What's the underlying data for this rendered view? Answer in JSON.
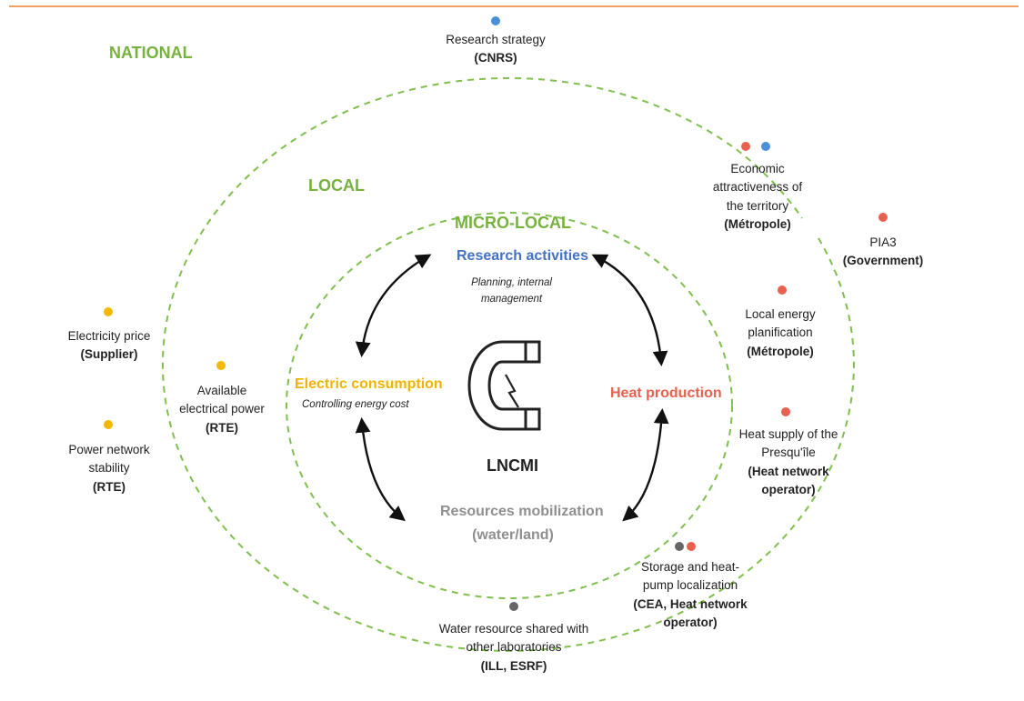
{
  "colors": {
    "zone_green": "#77b13e",
    "ring_dash": "#7fbf4d",
    "research_blue": "#4472c4",
    "electric_yellow": "#f0b400",
    "heat_red": "#e8614f",
    "resources_gray": "#8f8f8f",
    "dot_blue": "#4a90d9",
    "dot_red": "#e8614f",
    "dot_yellow": "#f5b800",
    "dot_gray": "#666666"
  },
  "zones": {
    "national": "NATIONAL",
    "local": "LOCAL",
    "micro_local": "MICRO-LOCAL"
  },
  "center": {
    "title": "LNCMI",
    "icon": "magnet-icon",
    "research": {
      "title": "Research activities",
      "sub1": "Planning, internal",
      "sub2": "management"
    },
    "electric": {
      "title": "Electric consumption",
      "sub": "Controlling energy cost"
    },
    "heat": {
      "title": "Heat production"
    },
    "resources": {
      "line1": "Resources mobilization",
      "line2": "(water/land)"
    }
  },
  "stakeholders": {
    "research_strategy": {
      "line1": "Research strategy",
      "org": "(CNRS)"
    },
    "economic": {
      "line1": "Economic",
      "line2": "attractiveness of",
      "line3": "the territory",
      "org": "(Métropole)"
    },
    "pia3": {
      "line1": "PIA3",
      "org": "(Government)"
    },
    "local_energy": {
      "line1": "Local energy",
      "line2": "planification",
      "org": "(Métropole)"
    },
    "heat_supply": {
      "line1": "Heat supply of the",
      "line2": "Presqu'île",
      "org1": "(Heat network",
      "org2": "operator)"
    },
    "storage": {
      "line1": "Storage and heat-",
      "line2": "pump localization",
      "org1": "(CEA, Heat network",
      "org2": "operator)"
    },
    "water": {
      "line1": "Water resource shared with",
      "line2": "other laboratories",
      "org": "(ILL, ESRF)"
    },
    "electricity_price": {
      "line1": "Electricity price",
      "org": "(Supplier)"
    },
    "power_network": {
      "line1": "Power network",
      "line2": "stability",
      "org": "(RTE)"
    },
    "available_power": {
      "line1": "Available",
      "line2": "electrical power",
      "org": "(RTE)"
    }
  }
}
